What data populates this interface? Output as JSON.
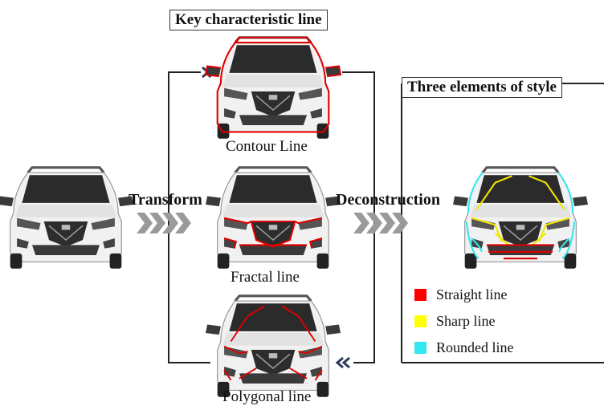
{
  "titles": {
    "key_line": "Key characteristic line",
    "three_elements": "Three elements of style"
  },
  "labels": {
    "transform": "Transform",
    "deconstruction": "Deconstruction",
    "contour": "Contour Line",
    "fractal": "Fractal line",
    "polygonal": "Polygonal line"
  },
  "legend": [
    {
      "label": "Straight line",
      "color": "#ff0000"
    },
    {
      "label": "Sharp  line",
      "color": "#ffff00"
    },
    {
      "label": "Rounded  line",
      "color": "#33e6f0"
    }
  ],
  "colors": {
    "arrow_gray": "#9a9a9a",
    "arrow_navy": "#2e3a5c",
    "line_dark": "#222222",
    "car_body": "#f1f1f1",
    "glass": "#2b2b2b"
  }
}
